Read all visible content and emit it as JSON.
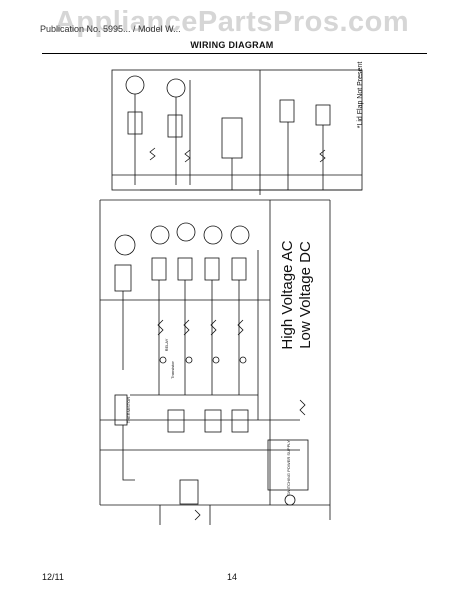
{
  "watermark": "AppliancePartsPros.com",
  "header": {
    "doc_ref": "Publication No. 5995... / Model W...",
    "title": "WIRING DIAGRAM"
  },
  "diagram": {
    "label_high_voltage": "High Voltage AC",
    "label_low_voltage": "Low Voltage DC",
    "note_lid": "*Lid Flap Not Present",
    "labels": {
      "thermistor": "THERMISTOR",
      "switching_power_supply": "SWITCHING POWER SUPPLY",
      "relay": "RELAY",
      "transistor": "Transistor"
    }
  },
  "footer": {
    "date": "12/11",
    "page": "14"
  }
}
